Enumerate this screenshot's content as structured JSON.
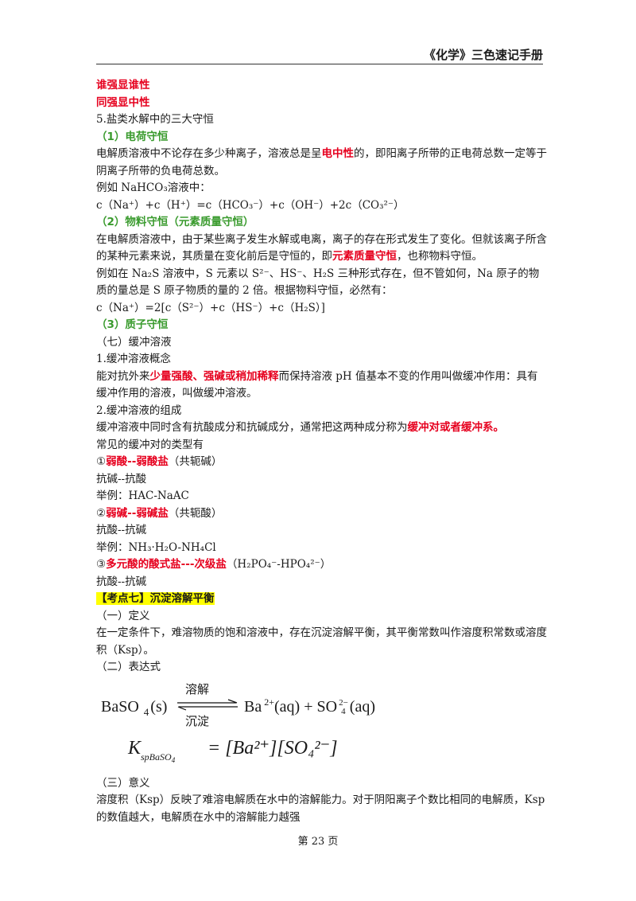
{
  "header": {
    "title": "《化学》三色速记手册"
  },
  "lines": {
    "l1": "谁强显谁性",
    "l2": "同强显中性",
    "l3": "5.盐类水解中的三大守恒",
    "l4": "（1）电荷守恒",
    "l5a": "电解质溶液中不论存在多少种离子，溶液总是呈",
    "l5b": "电中性",
    "l5c": "的，即阳离子所带的正电荷总数一定等于阴离子所带的负电荷总数。",
    "l6": "例如 NaHCO₃溶液中：",
    "l7": "c（Na⁺）+c（H⁺）=c（HCO₃⁻）+c（OH⁻）+2c（CO₃²⁻）",
    "l8": "（2）物料守恒（元素质量守恒）",
    "l9a": "在电解质溶液中，由于某些离子发生水解或电离，离子的存在形式发生了变化。但就该离子所含的某种元素来说，其质量在变化前后是守恒的，即",
    "l9b": "元素质量守恒",
    "l9c": "，也称物料守恒。",
    "l10": "例如在 Na₂S 溶液中，S 元素以 S²⁻、HS⁻、H₂S 三种形式存在，但不管如何，Na 原子的物质的量总是 S 原子物质的量的 2 倍。根据物料守恒，必然有：",
    "l11": "c（Na⁺）=2[c（S²⁻）+c（HS⁻）+c（H₂S）]",
    "l12": "（3）质子守恒",
    "l13": "（七）缓冲溶液",
    "l14": "1.缓冲溶液概念",
    "l15a": "能对抗外来",
    "l15b": "少量强酸、强碱或稍加稀释",
    "l15c": "而保持溶液 pH 值基本不变的作用叫做缓冲作用：具有缓冲作用的溶液，叫做缓冲溶液。",
    "l16": "2.缓冲溶液的组成",
    "l17a": "缓冲溶液中同时含有抗酸成分和抗碱成分，通常把这两种成分称为",
    "l17b": "缓冲对或者缓冲系。",
    "l18": "常见的缓冲对的类型有",
    "l19a": "①",
    "l19b": "弱酸--弱酸盐",
    "l19c": "（共轭碱）",
    "l20": "抗碱--抗酸",
    "l21": "举例：HAC-NaAC",
    "l22a": "②",
    "l22b": "弱碱--弱碱盐",
    "l22c": "（共轭酸）",
    "l23": "抗酸--抗碱",
    "l24": "举例：NH₃·H₂O-NH₄Cl",
    "l25a": "③",
    "l25b": "多元酸的酸式盐---次级盐",
    "l25c": "（H₂PO₄⁻-HPO₄²⁻）",
    "l26": "抗酸--抗碱",
    "l27": "【考点七】沉淀溶解平衡",
    "l28": "（一）定义",
    "l29": "在一定条件下，难溶物质的饱和溶液中，存在沉淀溶解平衡，其平衡常数叫作溶度积常数或溶度积（Ksp）。",
    "l30": "（二）表达式",
    "l31": "（三）意义",
    "l32": "溶度积（Ksp）反映了难溶电解质在水中的溶解能力。对于阴阳离子个数比相同的电解质，Ksp 的数值越大，电解质在水中的溶解能力越强"
  },
  "equation1": {
    "lhs": "BaSO",
    "lhs_sub": "4",
    "lhs_state": "(s)",
    "arrow_top": "溶解",
    "arrow_bottom": "沉淀",
    "ion1": "Ba",
    "ion1_sup": "2+",
    "ion1_state": "(aq)",
    "plus": "+",
    "ion2": "SO",
    "ion2_sub": "4",
    "ion2_sup": "2−",
    "ion2_state": "(aq)"
  },
  "equation2": {
    "k": "K",
    "k_sub": "spBaSO",
    "k_sub2": "4",
    "rhs": "= [Ba²⁺][SO₄²⁻]"
  },
  "footer": {
    "page": "第 23 页"
  }
}
